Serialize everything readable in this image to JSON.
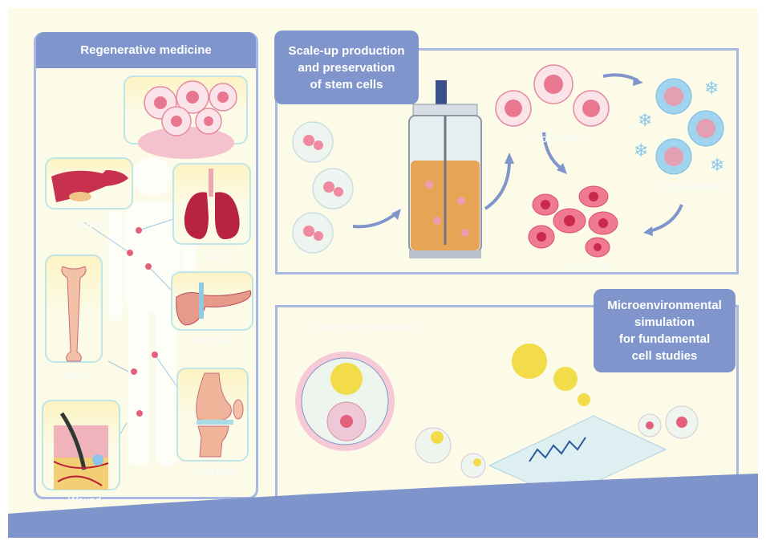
{
  "panels": {
    "regenerative": {
      "title": "Regenerative medicine",
      "organs": [
        "Liver",
        "Lung",
        "Pancreas",
        "Bone",
        "Cartilage",
        "Wound"
      ]
    },
    "scaleup": {
      "title": "Scale-up production\nand preservation\nof stem cells",
      "steps": [
        "Proliferation",
        "Cryopreservation",
        "Harvesting"
      ]
    },
    "micro": {
      "title": "Microenvironmental\nsimulation\nfor fundamental\ncell studies",
      "label": "Single-cell sequencing"
    }
  },
  "colors": {
    "accent": "#7f95cb",
    "background": "#fbfbe8",
    "cell": "#e8677f"
  }
}
